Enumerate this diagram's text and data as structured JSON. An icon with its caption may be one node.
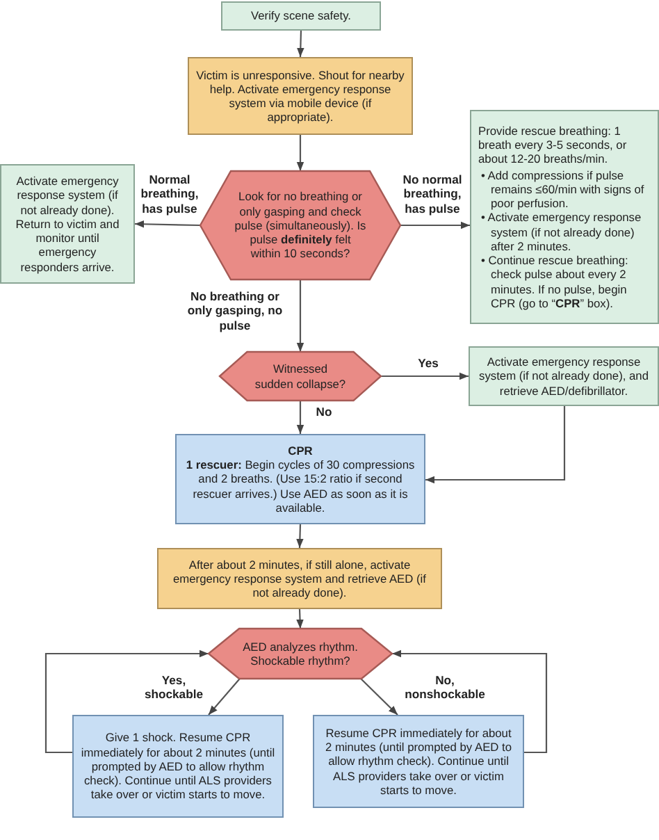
{
  "diagram": {
    "nodes": [
      {
        "text": [
          "Verify scene safety."
        ]
      },
      {
        "text": [
          "Victim is unresponsive. Shout for nearby help. Activate emergency response system via mobile device (if appropriate)."
        ]
      },
      {
        "text": [
          "Look for no breathing or only gasping and check pulse (simultaneously). Is pulse **definitely** felt within 10 seconds?"
        ]
      },
      {
        "text": [
          "Activate emergency response system (if not already done). Return to victim and monitor until emergency responders arrive."
        ]
      },
      {
        "text": [
          "Provide rescue breathing: 1 breath every 3-5 seconds, or about 12-20 breaths/min.",
          "• Add compressions if pulse remains ≤60/min with signs of poor perfusion.",
          "• Activate emergency response system (if not already done) after 2 minutes.",
          "• Continue rescue breathing: check pulse about every 2 minutes. If no pulse, begin CPR (go to “**CPR**” box)."
        ]
      },
      {
        "text": [
          "Witnessed sudden collapse?"
        ]
      },
      {
        "text": [
          "Activate emergency response system (if not already done), and retrieve AED/defibrillator."
        ]
      },
      {
        "text": [
          "CPR",
          "**1 rescuer:** Begin cycles of 30 compressions and 2 breaths. (Use 15:2 ratio if second rescuer arrives.) Use AED as soon as it is available."
        ]
      },
      {
        "text": [
          "After about 2 minutes, if still alone, activate emergency response system and retrieve AED (if not already done)."
        ]
      },
      {
        "text": [
          "AED analyzes rhythm. Shockable rhythm?"
        ]
      },
      {
        "text": [
          "Give 1 shock. Resume CPR immediately for about 2 minutes (until prompted by AED to allow rhythm check). Continue until ALS providers take over or victim starts to move."
        ]
      },
      {
        "text": [
          "Resume CPR immediately for about 2 minutes (until prompted by AED to allow rhythm check). Continue until ALS providers take over or victim starts to move."
        ]
      }
    ],
    "edges": [
      {
        "from": 0,
        "to": 1,
        "arrow": "to"
      },
      {
        "from": 1,
        "to": 2,
        "arrow": "to"
      },
      {
        "from": 2,
        "to": 3,
        "arrow": "to",
        "label": "Normal breathing, has pulse"
      },
      {
        "from": 2,
        "to": 4,
        "arrow": "to",
        "label": "No normal breathing, has pulse"
      },
      {
        "from": 2,
        "to": 5,
        "arrow": "to",
        "label": "No breathing or only gasping, no pulse"
      },
      {
        "from": 5,
        "to": 6,
        "arrow": "to",
        "label": "Yes"
      },
      {
        "from": 5,
        "to": 7,
        "arrow": "to",
        "label": "No"
      },
      {
        "from": 6,
        "to": 7,
        "arrow": "to"
      },
      {
        "from": 7,
        "to": 8,
        "arrow": "to"
      },
      {
        "from": 8,
        "to": 9,
        "arrow": "to"
      },
      {
        "from": 9,
        "to": 10,
        "arrow": "to",
        "label": "Yes, shockable"
      },
      {
        "from": 9,
        "to": 11,
        "arrow": "to",
        "label": "No, nonshockable"
      },
      {
        "from": 10,
        "to": 9,
        "arrow": "to"
      },
      {
        "from": 11,
        "to": 9,
        "arrow": "to"
      }
    ]
  }
}
